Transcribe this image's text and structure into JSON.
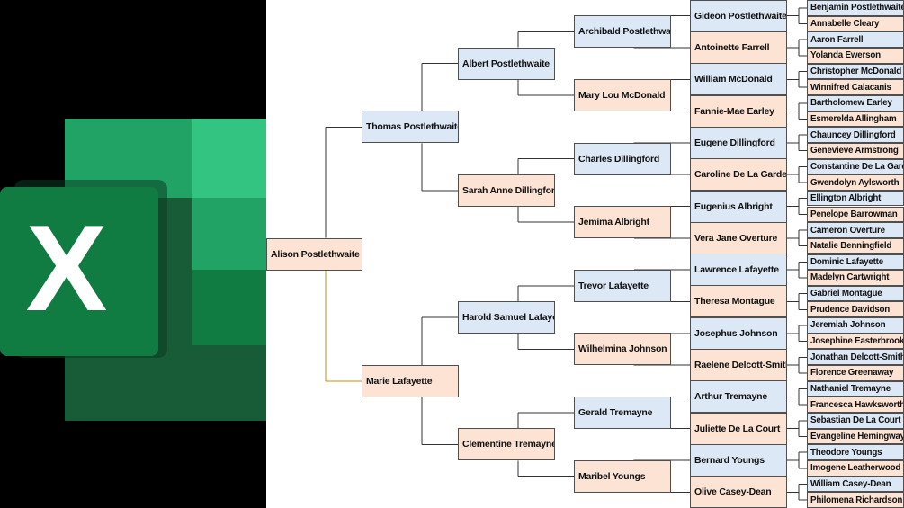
{
  "logo": {
    "app_name": "Microsoft Excel",
    "letter": "X",
    "colors": {
      "dark_green": "#185c37",
      "mid_green": "#21a366",
      "light_green": "#33c481",
      "shade_green": "#107c41",
      "letter_box": "#107c41",
      "letter": "#ffffff"
    }
  },
  "colors": {
    "male_box": "#dce8f5",
    "female_box": "#fce3d3",
    "line": "#333333",
    "highlight_line": "#bf9000"
  },
  "family_tree": {
    "root": "Alison Postlethwaite",
    "gen1": [
      "Thomas Postlethwaite",
      "Marie Lafayette"
    ],
    "gen2": [
      "Albert Postlethwaite",
      "Sarah Anne Dillingford",
      "Harold Samuel Lafayette",
      "Clementine Tremayne"
    ],
    "gen3": [
      "Archibald Postlethwaite",
      "Mary Lou McDonald",
      "Charles Dillingford",
      "Jemima Albright",
      "Trevor Lafayette",
      "Wilhelmina Johnson",
      "Gerald Tremayne",
      "Maribel Youngs"
    ],
    "gen4": [
      "Gideon Postlethwaite",
      "Antoinette Farrell",
      "William McDonald",
      "Fannie-Mae Earley",
      "Eugene Dillingford",
      "Caroline De La Garde",
      "Eugenius Albright",
      "Vera Jane Overture",
      "Lawrence Lafayette",
      "Theresa Montague",
      "Josephus Johnson",
      "Raelene Delcott-Smith",
      "Arthur Tremayne",
      "Juliette De La Court",
      "Bernard Youngs",
      "Olive Casey-Dean"
    ],
    "gen5": [
      "Benjamin Postlethwaite",
      "Annabelle Cleary",
      "Aaron Farrell",
      "Yolanda Ewerson",
      "Christopher McDonald",
      "Winnifred Calacanis",
      "Bartholomew Earley",
      "Esmerelda Allingham",
      "Chauncey Dillingford",
      "Genevieve Armstrong",
      "Constantine De La Garde",
      "Gwendolyn Aylsworth",
      "Ellington Albright",
      "Penelope Barrowman",
      "Cameron Overture",
      "Natalie Benningfield",
      "Dominic Lafayette",
      "Madelyn Cartwright",
      "Gabriel Montague",
      "Prudence Davidson",
      "Jeremiah Johnson",
      "Josephine Easterbrook",
      "Jonathan Delcott-Smith",
      "Florence Greenaway",
      "Nathaniel Tremayne",
      "Francesca Hawksworth",
      "Sebastian De La Court",
      "Evangeline Hemingway",
      "Theodore Youngs",
      "Imogene Leatherwood",
      "William Casey-Dean",
      "Philomena Richardson"
    ]
  }
}
